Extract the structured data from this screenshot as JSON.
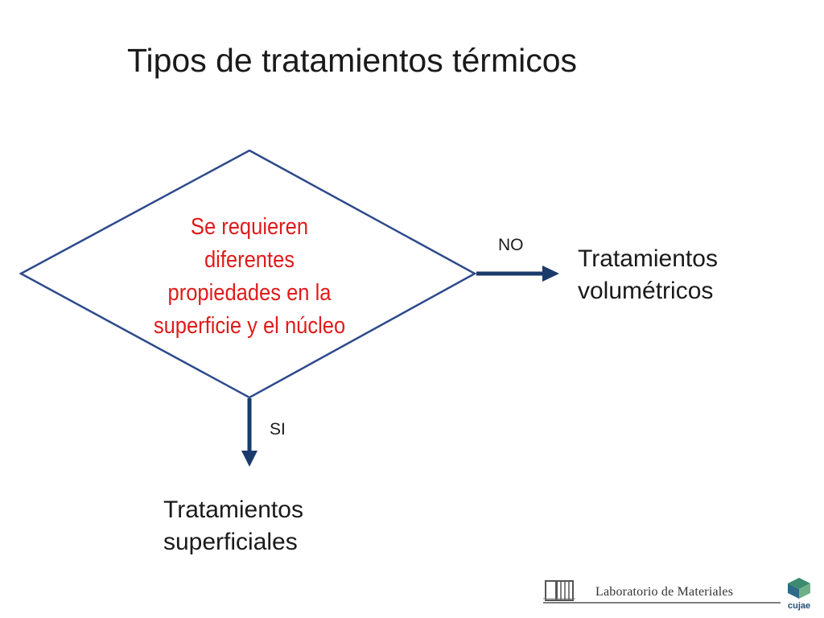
{
  "slide": {
    "title": "Tipos de tratamientos térmicos"
  },
  "decision": {
    "lines": [
      "Se requieren",
      "diferentes",
      "propiedades en la",
      "superficie y el núcleo"
    ]
  },
  "branches": {
    "no_label": "NO",
    "si_label": "SI"
  },
  "results": {
    "volumetric": [
      "Tratamientos",
      "volumétricos"
    ],
    "superficial": [
      "Tratamientos",
      "superficiales"
    ]
  },
  "footer": {
    "lab_name": "Laboratorio de Materiales",
    "institution": "cujae"
  },
  "colors": {
    "diamond_stroke": "#2e4a8c",
    "arrow": "#1a3a6b",
    "decision_text": "#e01b1b"
  }
}
